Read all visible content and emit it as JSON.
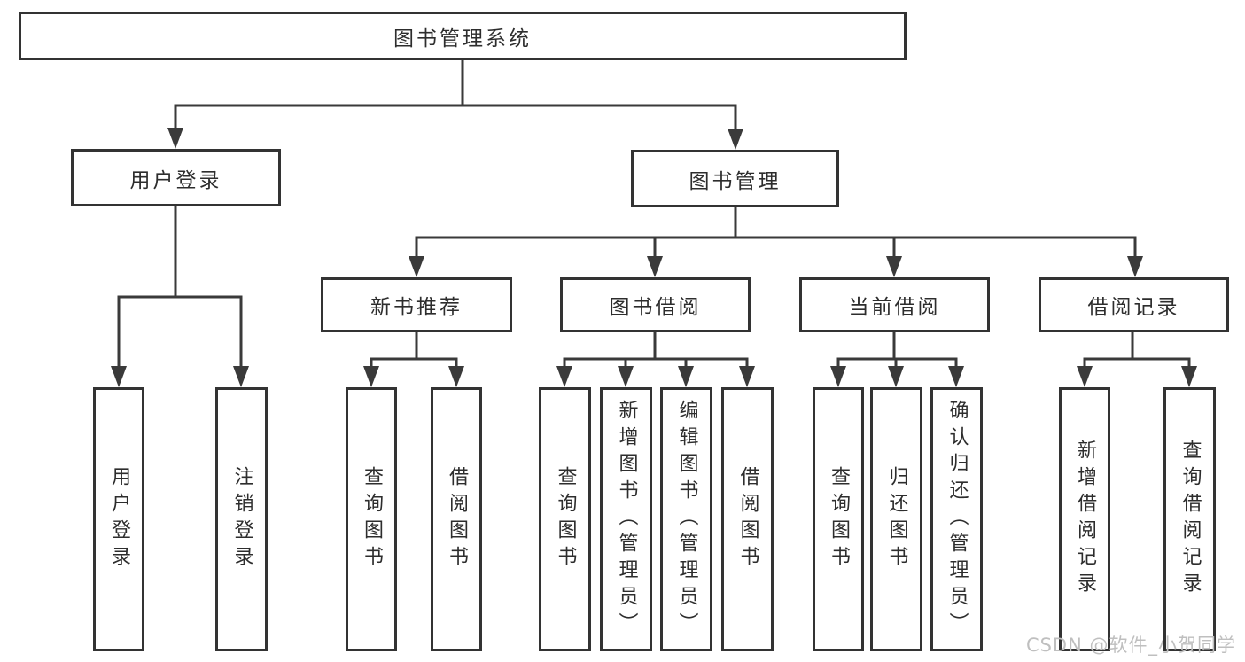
{
  "nodes": {
    "root": "图书管理系统",
    "level2": {
      "user_login": "用户登录",
      "book_management": "图书管理"
    },
    "level3": {
      "new_book_recommend": "新书推荐",
      "book_borrowing": "图书借阅",
      "current_borrowing": "当前借阅",
      "borrowing_records": "借阅记录"
    },
    "leaves": {
      "user_login": [
        "用户登录",
        "注销登录"
      ],
      "new_book_recommend": [
        "查询图书",
        "借阅图书"
      ],
      "book_borrowing": [
        "查询图书",
        "新增图书（管理员）",
        "编辑图书（管理员）",
        "借阅图书"
      ],
      "current_borrowing": [
        "查询图书",
        "归还图书",
        "确认归还（管理员）"
      ],
      "borrowing_records": [
        "新增借阅记录",
        "查询借阅记录"
      ]
    }
  },
  "watermark": "CSDN @软件_小贺同学",
  "colors": {
    "line": "#3a3a3a",
    "box_border": "#333333",
    "text": "#2d2d2d",
    "watermark": "#bfbfbf",
    "background": "#ffffff"
  }
}
